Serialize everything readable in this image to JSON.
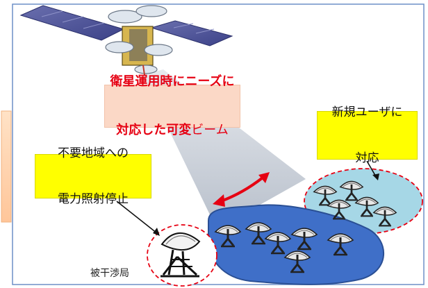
{
  "labels": {
    "beam": {
      "line1": "衛星運用時にニーズに",
      "line2_prefix": "対応した可変",
      "line2_suffix": "ビーム"
    },
    "new_users": {
      "line1": "新規ユーザに",
      "line2": "対応"
    },
    "power_stop": {
      "line1": "不要地域への",
      "line2": "電力照射停止"
    },
    "victim_station": "被干渉局"
  },
  "colors": {
    "beam_text": "#e60012",
    "callout_yellow": "#ffff00",
    "beam_label_bg": "#fbd8c6",
    "service_area": "#3f6fc8",
    "new_area": "#a6d7e6",
    "beam_cone": "#c9d0da",
    "arrow_red": "#e60012",
    "dash_red": "#e60012"
  },
  "icons": [
    "satellite-icon",
    "dish-antenna-icon",
    "large-dish-antenna-icon",
    "curved-double-arrow-icon"
  ]
}
